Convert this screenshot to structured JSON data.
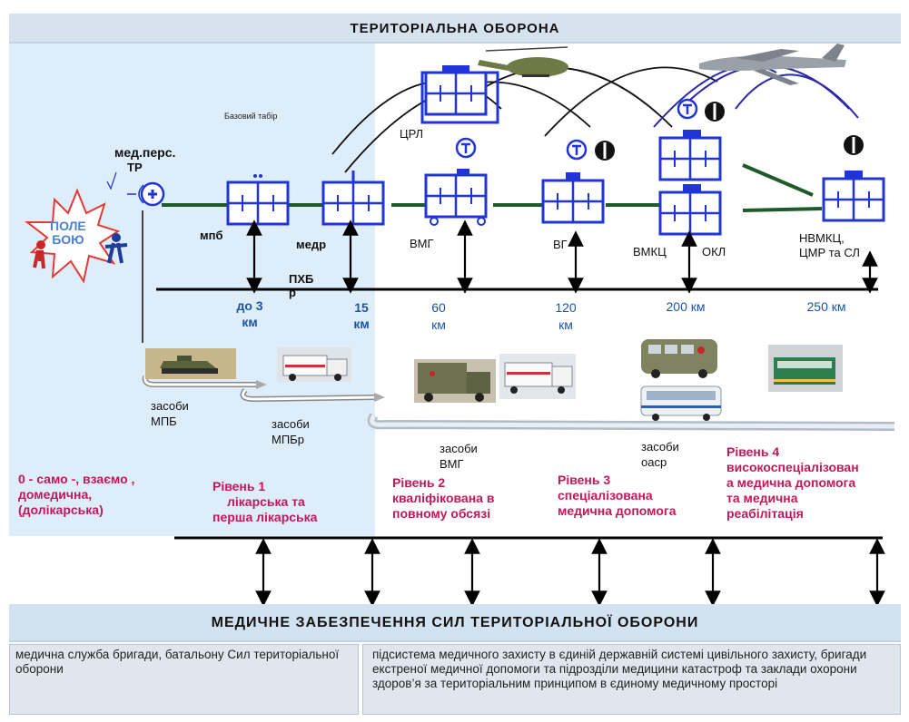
{
  "header": {
    "title": "ТЕРИТОРІАЛЬНА ОБОРОНА"
  },
  "footer": {
    "title": "МЕДИЧНЕ ЗАБЕЗПЕЧЕННЯ СИЛ ТЕРИТОРІАЛЬНОЇ ОБОРОНИ",
    "left_text": "медична служба бригади, батальону Сил територіальної оборони",
    "right_text": "підсистема медичного захисту в єдиній державній системі цивільного захисту, бригади екстреної медичної допомоги та підрозділи медицини катастроф та заклади охорони здоров’я за територіальним принципом в єдиному медичному просторі"
  },
  "battlefield": {
    "label_line1": "ПОЛЕ",
    "label_line2": "БОЮ"
  },
  "labels": {
    "base_camp": "Базовий табір",
    "med_pers_line1": "мед.перс.",
    "med_pers_line2": "ТР",
    "mpb": "мпб",
    "medr": "медр",
    "crl": "ЦРЛ",
    "vmg": "ВМГ",
    "vg": "ВГ",
    "vmkc": "ВМКЦ",
    "okl": "ОКЛ",
    "nvmkc_line1": "НВМКЦ,",
    "nvmkc_line2": "ЦМР та СЛ",
    "phb_line1": "ПХБ",
    "phb_line2": "р"
  },
  "distances": [
    {
      "top": "до 3",
      "bottom": "км"
    },
    {
      "top": "15",
      "bottom": "км"
    },
    {
      "top": "60",
      "bottom": "км"
    },
    {
      "top": "120",
      "bottom": "км"
    },
    {
      "top": "200 км",
      "bottom": ""
    },
    {
      "top": "250 км",
      "bottom": ""
    }
  ],
  "transport": {
    "mpb_line1": "засоби",
    "mpb_line2": "МПБ",
    "mpbr_line1": "засоби",
    "mpbr_line2": "МПБр",
    "vmg_line1": "засоби",
    "vmg_line2": "ВМГ",
    "oasr_line1": "засоби",
    "oasr_line2": "оаср"
  },
  "levels": [
    {
      "lines": [
        "0 - само -, взаємо ,",
        "домедична,",
        "(долікарська)"
      ]
    },
    {
      "lines": [
        "Рівень 1",
        "лікарська та",
        "перша лікарська"
      ]
    },
    {
      "lines": [
        "Рівень 2",
        "кваліфікована в",
        "повному обсязі"
      ]
    },
    {
      "lines": [
        "Рівень 3",
        "спеціалізована",
        "медична допомога"
      ]
    },
    {
      "lines": [
        "Рівень 4",
        "високоспеціалізован",
        "а медична допомога",
        "та медична",
        "реабілітація"
      ]
    }
  ],
  "colors": {
    "blue": "#1b55a8",
    "green": "#1f5a2a",
    "magenta": "#c2185b",
    "left_zone": "#deedfa",
    "band": "#d6e3ef"
  }
}
